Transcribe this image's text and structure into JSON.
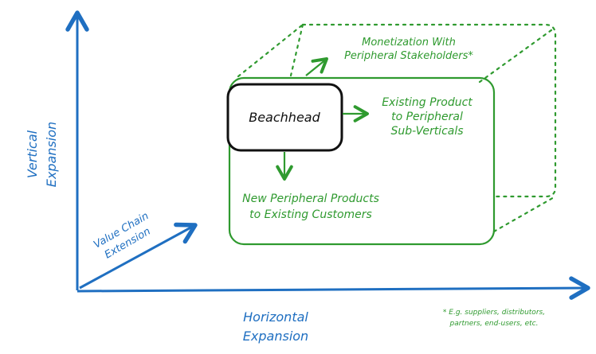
{
  "diagram": {
    "beachhead": "Beachhead",
    "monetization": [
      "Monetization With",
      "Peripheral Stakeholders*"
    ],
    "existing_product": [
      "Existing Product",
      "to Peripheral",
      "Sub-Verticals"
    ],
    "new_products": [
      "New Peripheral Products",
      "to Existing Customers"
    ],
    "value_chain": [
      "Value Chain",
      "Extension"
    ],
    "vertical": [
      "Vertical",
      "Expansion"
    ],
    "horizontal": [
      "Horizontal",
      "Expansion"
    ],
    "footnote": [
      "* E.g. suppliers, distributors,",
      "partners, end-users, etc."
    ]
  },
  "colors": {
    "blue": "#1f6fc1",
    "green": "#2f9a2f",
    "black": "#111111"
  }
}
